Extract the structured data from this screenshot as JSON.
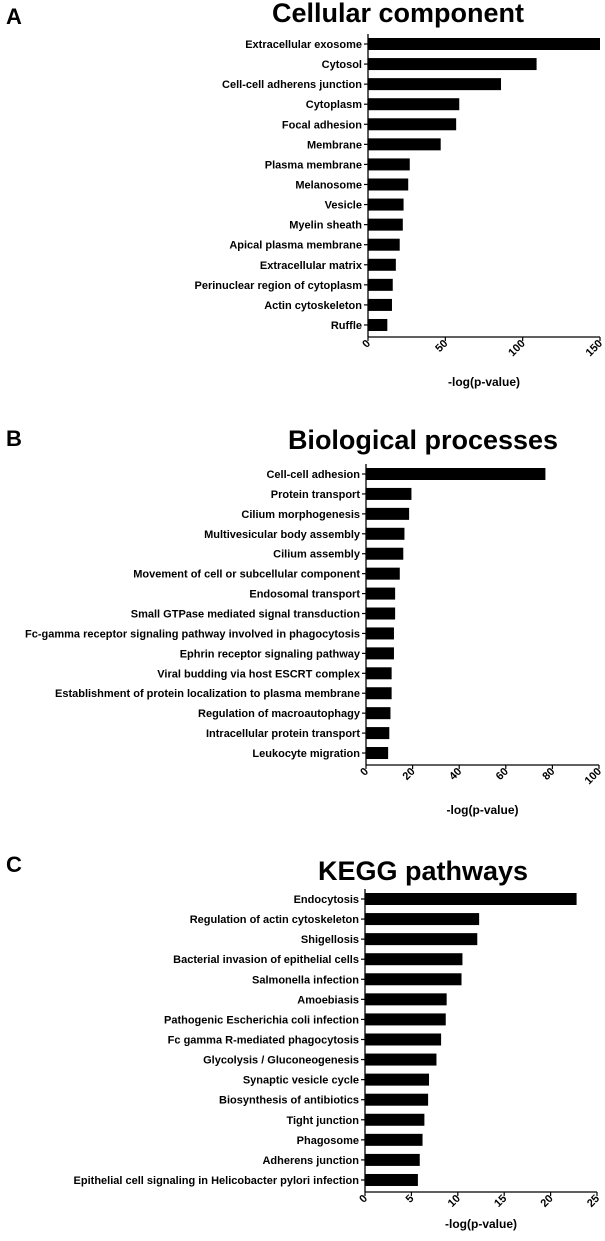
{
  "chart_data": [
    {
      "panel": "A",
      "type": "bar",
      "orientation": "horizontal",
      "title": "Cellular component",
      "xlabel": "-log(p-value)",
      "ylabel": "",
      "xlim": [
        0,
        150
      ],
      "xticks": [
        0,
        50,
        100,
        150
      ],
      "categories": [
        "Extracellular exosome",
        "Cytosol",
        "Cell-cell adherens junction",
        "Cytoplasm",
        "Focal adhesion",
        "Membrane",
        "Plasma membrane",
        "Melanosome",
        "Vesicle",
        "Myelin sheath",
        "Apical plasma membrane",
        "Extracellular matrix",
        "Perinuclear region of cytoplasm",
        "Actin cytoskeleton",
        "Ruffle"
      ],
      "values": [
        150,
        109,
        86,
        59,
        57,
        47,
        27,
        26,
        23,
        22.5,
        20.5,
        18,
        16,
        15.5,
        12.5
      ],
      "grid": false,
      "bar_color": "#000000"
    },
    {
      "panel": "B",
      "type": "bar",
      "orientation": "horizontal",
      "title": "Biological processes",
      "xlabel": "-log(p-value)",
      "ylabel": "",
      "xlim": [
        0,
        100
      ],
      "xticks": [
        0,
        20,
        40,
        60,
        80,
        100
      ],
      "categories": [
        "Cell-cell adhesion",
        "Protein transport",
        "Cilium morphogenesis",
        "Multivesicular body assembly",
        "Cilium assembly",
        "Movement of cell or subcellular component",
        "Endosomal transport",
        "Small GTPase mediated signal transduction",
        "Fc-gamma receptor signaling pathway involved in phagocytosis",
        "Ephrin receptor signaling pathway",
        "Viral budding via host ESCRT complex",
        "Establishment of protein localization to plasma membrane",
        "Regulation of macroautophagy",
        "Intracellular protein transport",
        "Leukocyte migration"
      ],
      "values": [
        77,
        19.5,
        18.5,
        16.5,
        16,
        14.5,
        12.5,
        12.5,
        12,
        12,
        11,
        11,
        10.5,
        10,
        9.5
      ],
      "grid": false,
      "bar_color": "#000000"
    },
    {
      "panel": "C",
      "type": "bar",
      "orientation": "horizontal",
      "title": "KEGG pathways",
      "xlabel": "-log(p-value)",
      "ylabel": "",
      "xlim": [
        0,
        25
      ],
      "xticks": [
        0,
        5,
        10,
        15,
        20,
        25
      ],
      "categories": [
        "Endocytosis",
        "Regulation of actin cytoskeleton",
        "Shigellosis",
        "Bacterial invasion of epithelial cells",
        "Salmonella infection",
        "Amoebiasis",
        "Pathogenic Escherichia coli infection",
        "Fc gamma R-mediated phagocytosis",
        "Glycolysis / Gluconeogenesis",
        "Synaptic vesicle cycle",
        "Biosynthesis of antibiotics",
        "Tight junction",
        "Phagosome",
        "Adherens junction",
        "Epithelial cell signaling in Helicobacter pylori infection"
      ],
      "values": [
        22.8,
        12.3,
        12.1,
        10.5,
        10.4,
        8.8,
        8.7,
        8.2,
        7.7,
        6.9,
        6.8,
        6.4,
        6.2,
        5.9,
        5.7
      ],
      "grid": false,
      "bar_color": "#000000"
    }
  ]
}
